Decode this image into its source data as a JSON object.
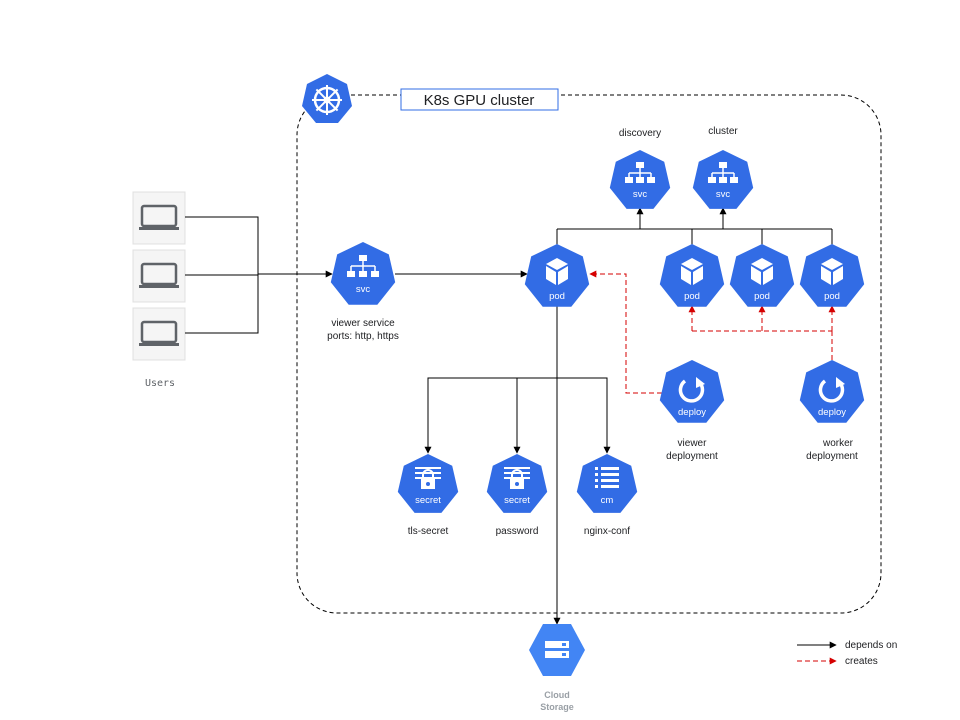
{
  "cluster": {
    "title": "K8s GPU cluster"
  },
  "users": {
    "label": "Users"
  },
  "viewer_service": {
    "icon_label": "svc",
    "line1": "viewer service",
    "line2": "ports: http, https"
  },
  "discovery": {
    "icon_label": "svc",
    "label": "discovery"
  },
  "cluster_svc": {
    "icon_label": "svc",
    "label": "cluster"
  },
  "viewer_pod": {
    "icon_label": "pod"
  },
  "worker_pods": [
    {
      "icon_label": "pod"
    },
    {
      "icon_label": "pod"
    },
    {
      "icon_label": "pod"
    }
  ],
  "viewer_deploy": {
    "icon_label": "deploy",
    "line1": "viewer",
    "line2": "deployment"
  },
  "worker_deploy": {
    "icon_label": "deploy",
    "line1": "worker",
    "line2": "deployment"
  },
  "tls_secret": {
    "icon_label": "secret",
    "label": "tls-secret"
  },
  "password": {
    "icon_label": "secret",
    "label": "password"
  },
  "nginx_conf": {
    "icon_label": "cm",
    "label": "nginx-conf"
  },
  "cloud_storage": {
    "line1": "Cloud",
    "line2": "Storage"
  },
  "legend": {
    "depends_on": "depends on",
    "creates": "creates"
  },
  "colors": {
    "k8s_blue": "#326ce5",
    "gcp_blue": "#4285f4",
    "creates_red": "#d50000",
    "border": "#000000"
  }
}
